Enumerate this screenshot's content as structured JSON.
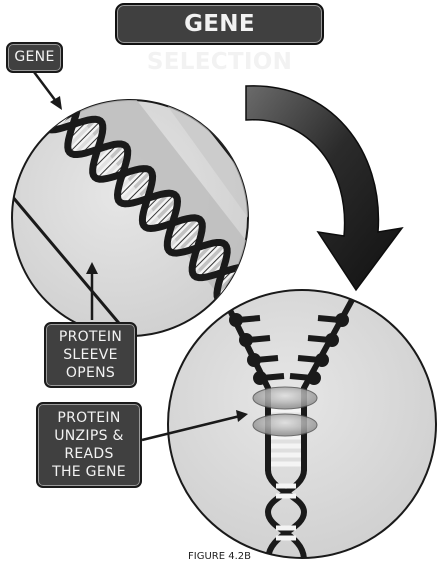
{
  "title": "GENE SELECTION",
  "labels": {
    "gene": "GENE",
    "sleeve": [
      "PROTEIN",
      "SLEEVE",
      "OPENS"
    ],
    "unzip": [
      "PROTEIN",
      "UNZIPS &",
      "READS",
      "THE GENE"
    ]
  },
  "figure_caption": "FIGURE 4.2B",
  "colors": {
    "label_fill": "#404040",
    "label_text": "#f2f2f2",
    "circle_fill": "#d9d9d9",
    "sleeve_band": "#bfbfbf",
    "dna": "#1a1a1a",
    "arrow": "#2a2a2a"
  }
}
